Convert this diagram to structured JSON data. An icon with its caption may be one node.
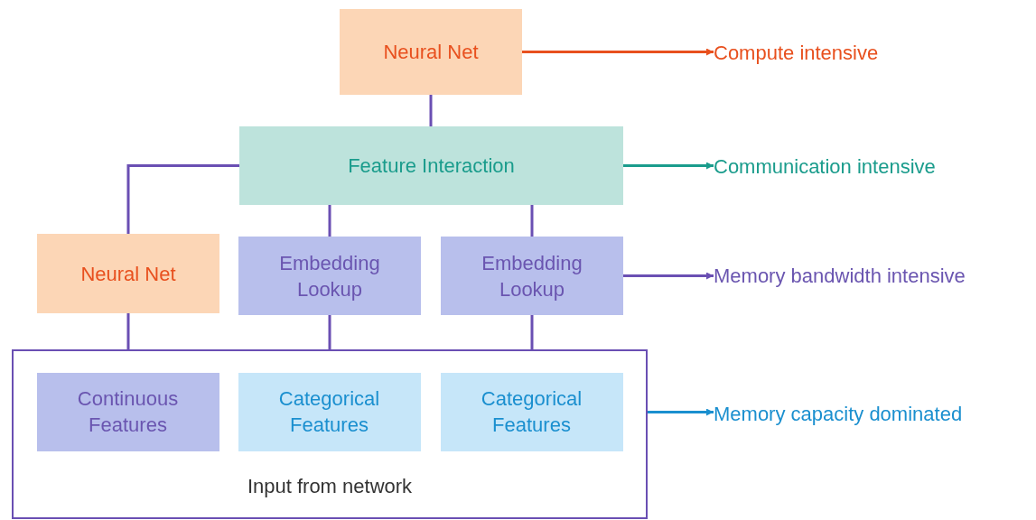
{
  "diagram": {
    "nodes": [
      {
        "text": [
          "Neural Net"
        ]
      },
      {
        "text": [
          "Feature Interaction"
        ]
      },
      {
        "text": [
          "Neural Net"
        ]
      },
      {
        "text": [
          "Embedding Lookup"
        ]
      },
      {
        "text": [
          "Embedding Lookup"
        ]
      },
      {
        "text": [
          "Input from network"
        ]
      },
      {
        "text": [
          "Continuous Features"
        ],
        "in": 5
      },
      {
        "text": [
          "Categorical Features"
        ],
        "in": 5
      },
      {
        "text": [
          "Categorical Features"
        ],
        "in": 5
      },
      {
        "text": [
          "Compute intensive"
        ]
      },
      {
        "text": [
          "Communication intensive"
        ]
      },
      {
        "text": [
          "Memory bandwidth intensive"
        ]
      },
      {
        "text": [
          "Memory capacity dominated"
        ]
      }
    ],
    "edges": [
      {
        "from": 0,
        "to": 1,
        "arrow": "none"
      },
      {
        "from": 1,
        "to": 2,
        "arrow": "none"
      },
      {
        "from": 3,
        "to": 1,
        "arrow": "none"
      },
      {
        "from": 4,
        "to": 1,
        "arrow": "none"
      },
      {
        "from": 2,
        "to": 5,
        "arrow": "none"
      },
      {
        "from": 3,
        "to": 5,
        "arrow": "none"
      },
      {
        "from": 4,
        "to": 5,
        "arrow": "none"
      },
      {
        "from": 0,
        "to": 9,
        "arrow": "to",
        "color": "#e8501e"
      },
      {
        "from": 1,
        "to": 10,
        "arrow": "to",
        "color": "#1a9c8c"
      },
      {
        "from": 4,
        "to": 11,
        "arrow": "to"
      },
      {
        "from": 8,
        "to": 12,
        "arrow": "to",
        "color": "#1a8fcf"
      }
    ]
  }
}
